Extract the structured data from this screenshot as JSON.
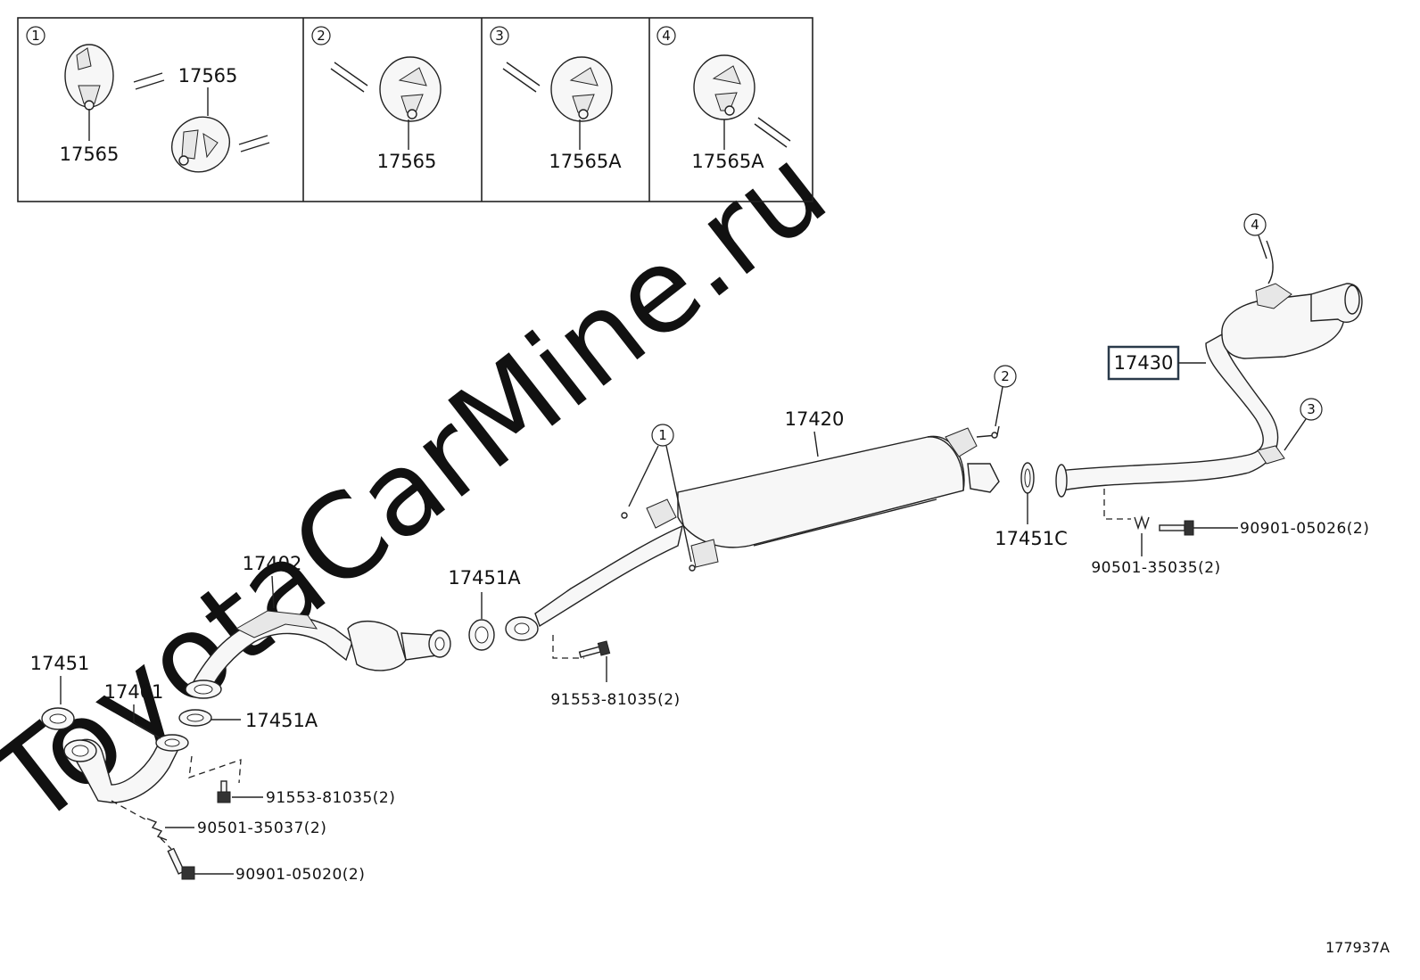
{
  "inset_panels": [
    {
      "num": "1",
      "labels": [
        "17565",
        "17565"
      ]
    },
    {
      "num": "2",
      "labels": [
        "17565"
      ]
    },
    {
      "num": "3",
      "labels": [
        "17565A"
      ]
    },
    {
      "num": "4",
      "labels": [
        "17565A"
      ]
    }
  ],
  "callouts": {
    "c1": "1",
    "c2": "2",
    "c3": "3",
    "c4": "4"
  },
  "parts": {
    "p17430": "17430",
    "p17420": "17420",
    "p17451C": "17451C",
    "p17451A_top": "17451A",
    "p17451A_bot": "17451A",
    "p17402": "17402",
    "p17451": "17451",
    "p17401": "17401"
  },
  "fasteners": {
    "f_90901_05026": "90901-05026(2)",
    "f_90501_35035": "90501-35035(2)",
    "f_91553_81035_a": "91553-81035(2)",
    "f_91553_81035_b": "91553-81035(2)",
    "f_90501_35037": "90501-35037(2)",
    "f_90901_05020": "90901-05020(2)"
  },
  "watermark": "ToyotaCarMine.ru",
  "diagram_code": "177937A"
}
